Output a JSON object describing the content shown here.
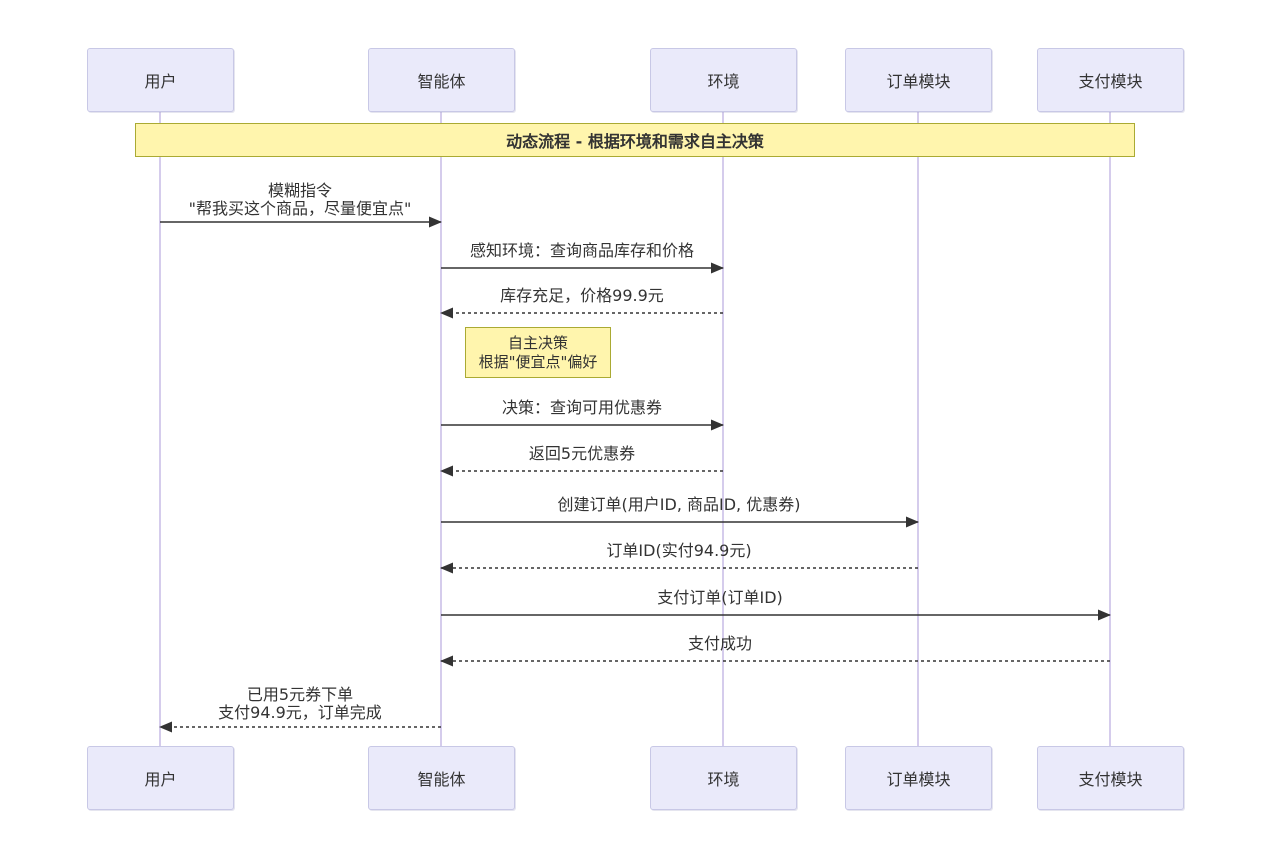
{
  "diagram": {
    "type": "sequence",
    "banner": {
      "label": "动态流程 - 根据环境和需求自主决策"
    },
    "actors": [
      {
        "id": "user",
        "label": "用户"
      },
      {
        "id": "agent",
        "label": "智能体"
      },
      {
        "id": "environment",
        "label": "环境"
      },
      {
        "id": "order-module",
        "label": "订单模块"
      },
      {
        "id": "payment-module",
        "label": "支付模块"
      }
    ],
    "note": {
      "attached_to": "智能体",
      "label": "自主决策\n根据\"便宜点\"偏好"
    },
    "messages": [
      {
        "from": "用户",
        "to": "智能体",
        "style": "solid",
        "label": "模糊指令\n\"帮我买这个商品，尽量便宜点\""
      },
      {
        "from": "智能体",
        "to": "环境",
        "style": "solid",
        "label": "感知环境：查询商品库存和价格"
      },
      {
        "from": "环境",
        "to": "智能体",
        "style": "dashed",
        "label": "库存充足，价格99.9元"
      },
      {
        "from": "智能体",
        "to": "环境",
        "style": "solid",
        "label": "决策：查询可用优惠券"
      },
      {
        "from": "环境",
        "to": "智能体",
        "style": "dashed",
        "label": "返回5元优惠券"
      },
      {
        "from": "智能体",
        "to": "订单模块",
        "style": "solid",
        "label": "创建订单(用户ID, 商品ID, 优惠券)"
      },
      {
        "from": "订单模块",
        "to": "智能体",
        "style": "dashed",
        "label": "订单ID(实付94.9元)"
      },
      {
        "from": "智能体",
        "to": "支付模块",
        "style": "solid",
        "label": "支付订单(订单ID)"
      },
      {
        "from": "支付模块",
        "to": "智能体",
        "style": "dashed",
        "label": "支付成功"
      },
      {
        "from": "智能体",
        "to": "用户",
        "style": "dashed",
        "label": "已用5元券下单\n支付94.9元，订单完成"
      }
    ],
    "colors": {
      "actor_fill": "#EAEAFA",
      "actor_border": "#C8C8E6",
      "lifeline": "#D5CCEC",
      "banner_fill": "#FFF5AD",
      "banner_border": "#AAAA33",
      "note_fill": "#FFF5AD",
      "note_border": "#AAAA33",
      "arrow": "#333333",
      "text": "#333333"
    }
  }
}
